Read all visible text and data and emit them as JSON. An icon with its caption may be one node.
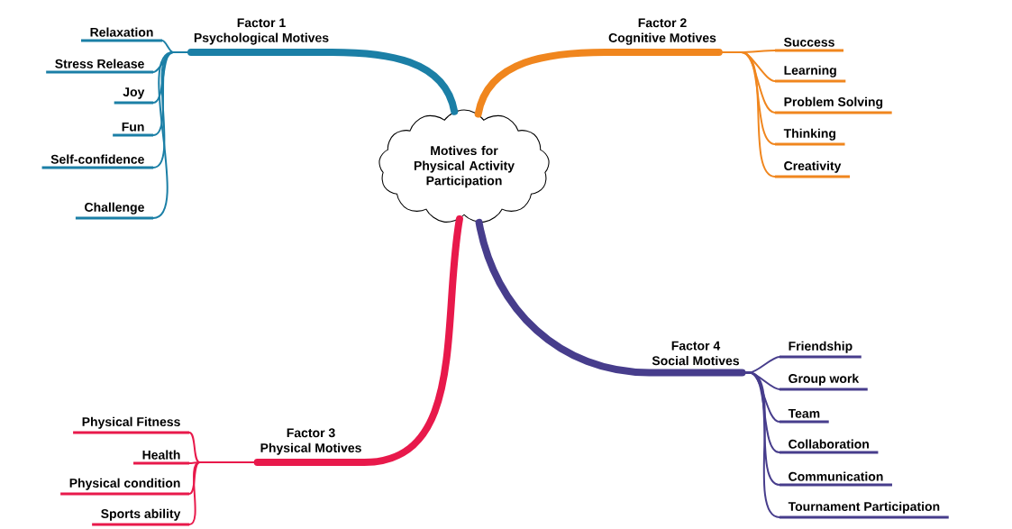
{
  "diagram": {
    "nodes": [
      {
        "text": [
          "Motives for Physical Activity Participation"
        ]
      },
      {
        "text": [
          "Factor 1",
          "Psychological Motives"
        ]
      },
      {
        "text": [
          "Relaxation"
        ]
      },
      {
        "text": [
          "Stress Release"
        ]
      },
      {
        "text": [
          "Joy"
        ]
      },
      {
        "text": [
          "Fun"
        ]
      },
      {
        "text": [
          "Self-confidence"
        ]
      },
      {
        "text": [
          "Challenge"
        ]
      },
      {
        "text": [
          "Factor 2",
          "Cognitive Motives"
        ]
      },
      {
        "text": [
          "Success"
        ]
      },
      {
        "text": [
          "Learning"
        ]
      },
      {
        "text": [
          "Problem Solving"
        ]
      },
      {
        "text": [
          "Thinking"
        ]
      },
      {
        "text": [
          "Creativity"
        ]
      },
      {
        "text": [
          "Factor 3",
          "Physical Motives"
        ]
      },
      {
        "text": [
          "Physical Fitness"
        ]
      },
      {
        "text": [
          "Health"
        ]
      },
      {
        "text": [
          "Physical condition"
        ]
      },
      {
        "text": [
          "Sports ability"
        ]
      },
      {
        "text": [
          "Factor 4",
          "Social Motives"
        ]
      },
      {
        "text": [
          "Friendship"
        ]
      },
      {
        "text": [
          "Group work"
        ]
      },
      {
        "text": [
          "Team"
        ]
      },
      {
        "text": [
          "Collaboration"
        ]
      },
      {
        "text": [
          "Communication"
        ]
      },
      {
        "text": [
          "Tournament Participation"
        ]
      }
    ],
    "edges": [
      {
        "from": 0,
        "to": 1,
        "arrow": "none",
        "style": "thick",
        "color": "#1b7fa6"
      },
      {
        "from": 1,
        "to": 2,
        "arrow": "none",
        "color": "#1b7fa6"
      },
      {
        "from": 1,
        "to": 3,
        "arrow": "none",
        "color": "#1b7fa6"
      },
      {
        "from": 1,
        "to": 4,
        "arrow": "none",
        "color": "#1b7fa6"
      },
      {
        "from": 1,
        "to": 5,
        "arrow": "none",
        "color": "#1b7fa6"
      },
      {
        "from": 1,
        "to": 6,
        "arrow": "none",
        "color": "#1b7fa6"
      },
      {
        "from": 1,
        "to": 7,
        "arrow": "none",
        "color": "#1b7fa6"
      },
      {
        "from": 0,
        "to": 8,
        "arrow": "none",
        "style": "thick",
        "color": "#f0861e"
      },
      {
        "from": 8,
        "to": 9,
        "arrow": "none",
        "color": "#f0861e"
      },
      {
        "from": 8,
        "to": 10,
        "arrow": "none",
        "color": "#f0861e"
      },
      {
        "from": 8,
        "to": 11,
        "arrow": "none",
        "color": "#f0861e"
      },
      {
        "from": 8,
        "to": 12,
        "arrow": "none",
        "color": "#f0861e"
      },
      {
        "from": 8,
        "to": 13,
        "arrow": "none",
        "color": "#f0861e"
      },
      {
        "from": 0,
        "to": 14,
        "arrow": "none",
        "style": "thick",
        "color": "#e8194b"
      },
      {
        "from": 14,
        "to": 15,
        "arrow": "none",
        "color": "#e8194b"
      },
      {
        "from": 14,
        "to": 16,
        "arrow": "none",
        "color": "#e8194b"
      },
      {
        "from": 14,
        "to": 17,
        "arrow": "none",
        "color": "#e8194b"
      },
      {
        "from": 14,
        "to": 18,
        "arrow": "none",
        "color": "#e8194b"
      },
      {
        "from": 0,
        "to": 19,
        "arrow": "none",
        "style": "thick",
        "color": "#473d8c"
      },
      {
        "from": 19,
        "to": 20,
        "arrow": "none",
        "color": "#473d8c"
      },
      {
        "from": 19,
        "to": 21,
        "arrow": "none",
        "color": "#473d8c"
      },
      {
        "from": 19,
        "to": 22,
        "arrow": "none",
        "color": "#473d8c"
      },
      {
        "from": 19,
        "to": 23,
        "arrow": "none",
        "color": "#473d8c"
      },
      {
        "from": 19,
        "to": 24,
        "arrow": "none",
        "color": "#473d8c"
      },
      {
        "from": 19,
        "to": 25,
        "arrow": "none",
        "color": "#473d8c"
      }
    ]
  }
}
